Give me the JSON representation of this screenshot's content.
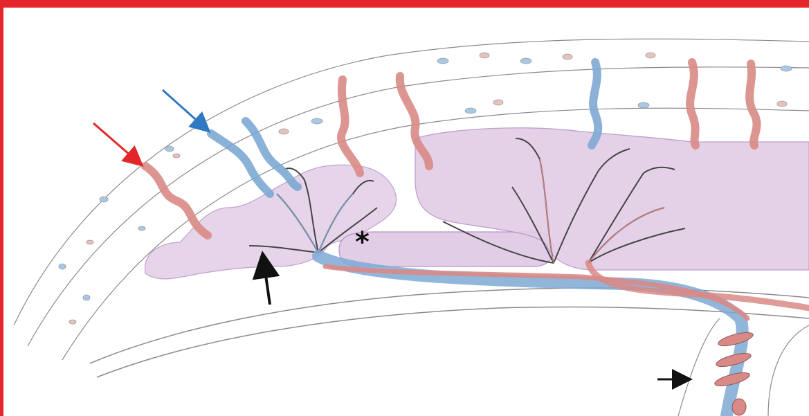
{
  "annotations": {
    "asterisk": "*"
  },
  "arrows": [
    {
      "name": "red-arrow",
      "color": "#e3262a"
    },
    {
      "name": "blue-arrow",
      "color": "#2f78c2"
    },
    {
      "name": "black-arrow-upward",
      "color": "#111111"
    },
    {
      "name": "black-arrow-right",
      "color": "#111111"
    }
  ],
  "colors": {
    "border": "#e4262b",
    "tissue_line": "#8a8a8a",
    "artery": "#d98a86",
    "vein": "#7ea9d3",
    "lacuna": "#e2cde6",
    "lacuna_edge": "#b894c8"
  }
}
